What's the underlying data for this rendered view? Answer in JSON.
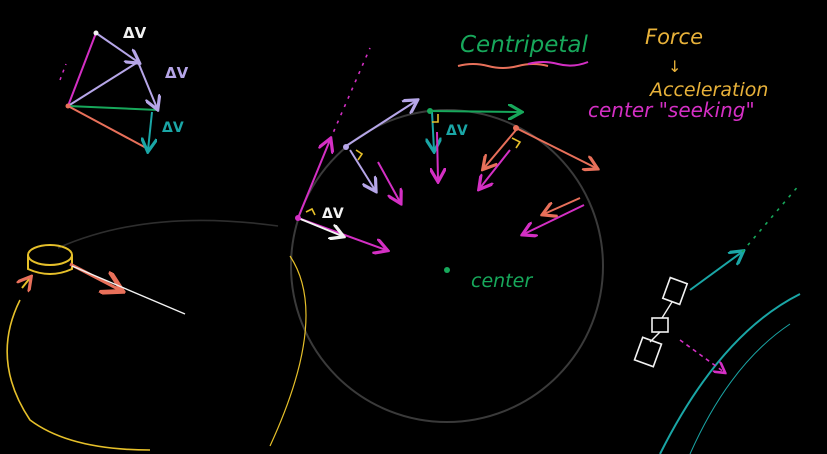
{
  "labels": {
    "dv_top": "ΔV",
    "dv_mid": "ΔV",
    "dv_low": "ΔV",
    "dv_circle_top": "ΔV",
    "dv_circle_left": "ΔV",
    "centripetal": "Centripetal",
    "force": "Force",
    "arrow_down": "↓",
    "acceleration": "Acceleration",
    "center_seeking": "center \"seeking\"",
    "center": "center"
  },
  "colors": {
    "background": "#000000",
    "teal": "#1aa6a6",
    "green": "#17a85b",
    "magenta": "#d42fc4",
    "lavender": "#b6a6e8",
    "salmon": "#e8705a",
    "yellow": "#e6c02a",
    "white": "#f2f2f2",
    "gray": "#3a3a3a",
    "orange_text": "#e8b23a",
    "pink": "#e0559b"
  }
}
